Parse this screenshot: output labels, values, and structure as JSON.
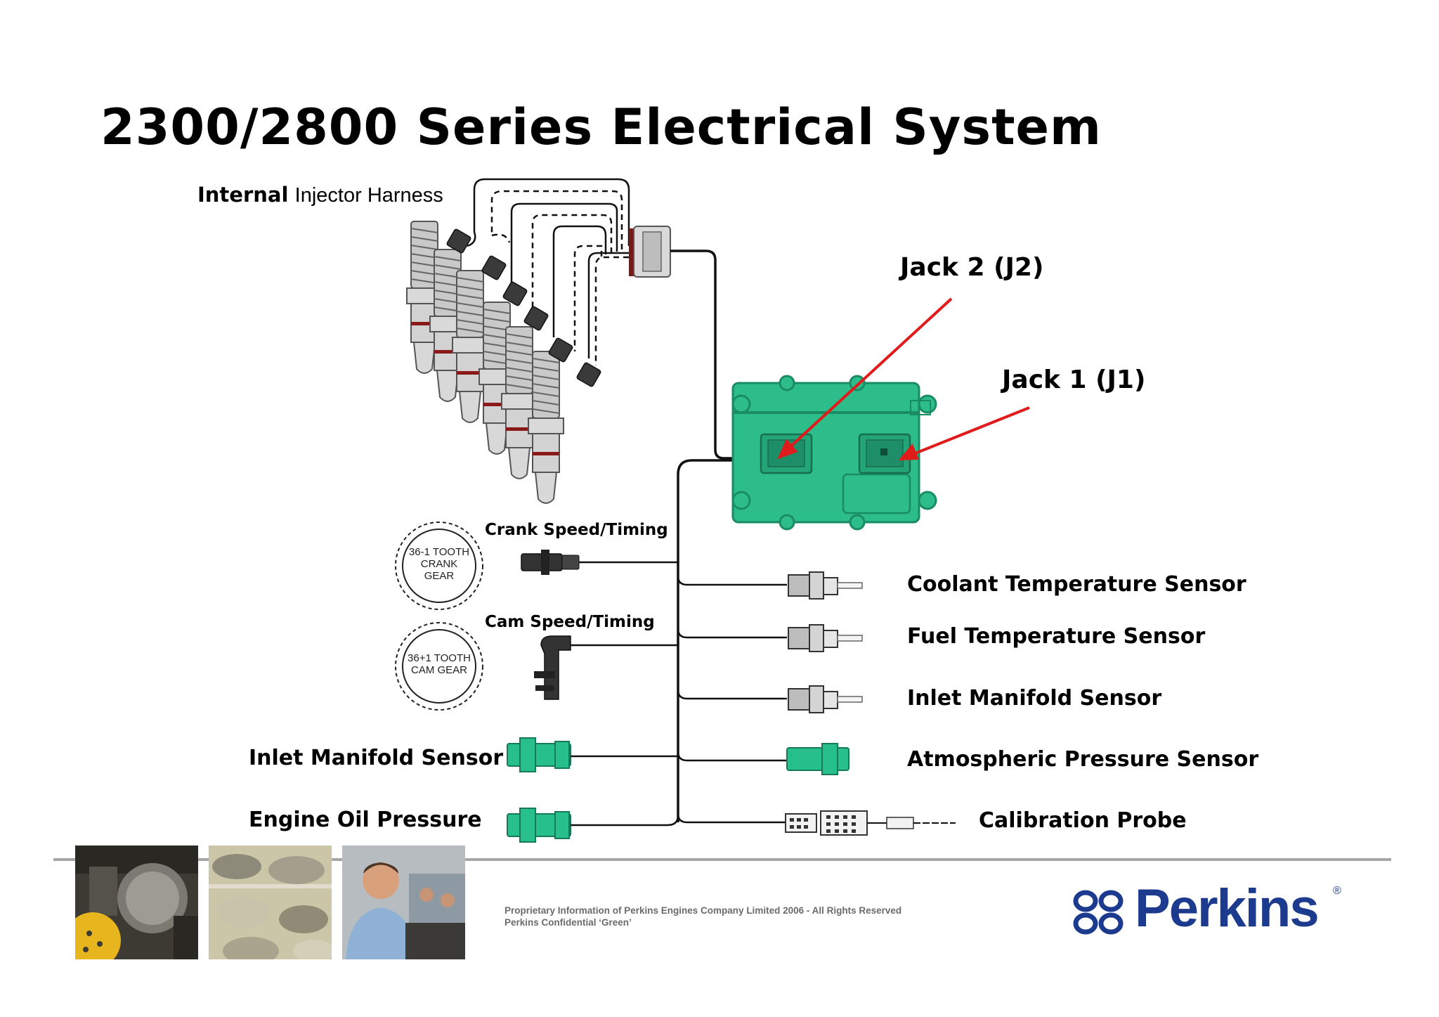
{
  "title": "2300/2800 Series Electrical System",
  "harness_label": {
    "bold": "Internal",
    "normal": "Injector Harness"
  },
  "ecm_callouts": {
    "jack2": "Jack 2 (J2)",
    "jack1": "Jack 1 (J1)"
  },
  "left_sensors": {
    "crank": "Crank Speed/Timing",
    "cam": "Cam Speed/Timing",
    "inlet_manifold": "Inlet Manifold Sensor",
    "oil_pressure": "Engine Oil Pressure"
  },
  "gears": {
    "crank": [
      "36-1 TOOTH",
      "CRANK",
      "GEAR"
    ],
    "cam": [
      "36+1 TOOTH",
      "CAM GEAR"
    ]
  },
  "right_sensors": {
    "coolant": "Coolant Temperature Sensor",
    "fuel": "Fuel Temperature Sensor",
    "inlet": "Inlet Manifold Sensor",
    "atmospheric": "Atmospheric Pressure Sensor",
    "calibration": "Calibration Probe"
  },
  "footer": {
    "legal_line1": "Proprietary Information of Perkins Engines Company Limited 2006 - All Rights Reserved",
    "legal_line2": "Perkins Confidential ‘Green’",
    "brand": "Perkins",
    "brand_reg": "®"
  },
  "colors": {
    "ecm_green": "#2dbd8b",
    "ecm_outline": "#1a8c63",
    "sensor_green": "#27c08c",
    "callout_red": "#e01b1b",
    "brand_blue": "#1c3b8e"
  }
}
